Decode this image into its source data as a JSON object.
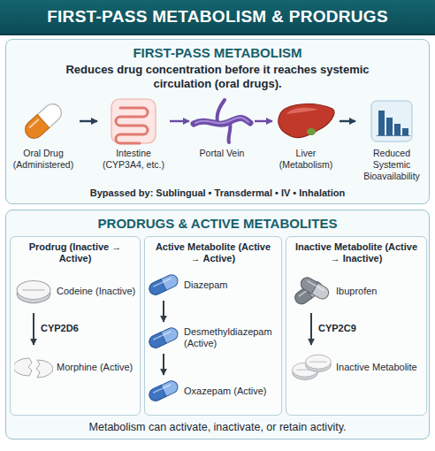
{
  "diagram": {
    "title": "FIRST-PASS METABOLISM & PRODRUGS",
    "caption": "Metabolism can activate, inactivate, or retain activity.",
    "nodes": [
      {
        "text": [
          "FIRST-PASS METABOLISM",
          "Reduces drug concentration before it reaches systemic circulation (oral drugs)."
        ]
      },
      {
        "text": [
          "Oral Drug (Administered)"
        ],
        "in": 0
      },
      {
        "text": [
          "Intestine (CYP3A4, etc.)"
        ],
        "in": 0
      },
      {
        "text": [
          "Portal Vein"
        ],
        "in": 0
      },
      {
        "text": [
          "Liver (Metabolism)"
        ],
        "in": 0
      },
      {
        "text": [
          "Reduced Systemic Bioavailability"
        ],
        "in": 0
      },
      {
        "text": [
          "PRODRUGS & ACTIVE METABOLITES"
        ]
      },
      {
        "text": [
          "Prodrug (Inactive → Active)"
        ],
        "in": 6
      },
      {
        "text": [
          "Codeine (Inactive)"
        ],
        "in": 7
      },
      {
        "text": [
          "Morphine (Active)"
        ],
        "in": 7
      },
      {
        "text": [
          "Active Metabolite (Active → Active)"
        ],
        "in": 6
      },
      {
        "text": [
          "Diazepam"
        ],
        "in": 10
      },
      {
        "text": [
          "Desmethyldiazepam (Active)"
        ],
        "in": 10
      },
      {
        "text": [
          "Oxazepam (Active)"
        ],
        "in": 10
      },
      {
        "text": [
          "Inactive Metabolite (Active → Inactive)"
        ],
        "in": 6
      },
      {
        "text": [
          "Ibuprofen"
        ],
        "in": 14
      },
      {
        "text": [
          "Inactive Metabolite"
        ],
        "in": 14
      }
    ],
    "edges": [
      {
        "from": 1,
        "to": 2,
        "arrow": "to"
      },
      {
        "from": 2,
        "to": 3,
        "arrow": "to"
      },
      {
        "from": 3,
        "to": 4,
        "arrow": "to"
      },
      {
        "from": 4,
        "to": 5,
        "arrow": "to"
      },
      {
        "from": 8,
        "to": 9,
        "label": "CYP2D6",
        "arrow": "to"
      },
      {
        "from": 11,
        "to": 12,
        "arrow": "to"
      },
      {
        "from": 12,
        "to": 13,
        "arrow": "to"
      },
      {
        "from": 15,
        "to": 16,
        "label": "CYP2C9",
        "arrow": "to"
      }
    ],
    "labels": [
      "Bypassed by: Sublingual • Transdermal • IV • Inhalation"
    ]
  }
}
